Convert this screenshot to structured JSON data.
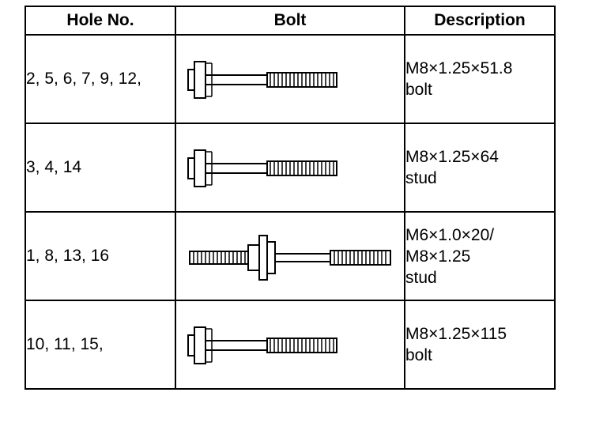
{
  "table": {
    "headers": {
      "hole": "Hole No.",
      "bolt": "Bolt",
      "description": "Description"
    },
    "rows": [
      {
        "hole": "2, 5, 6, 7, 9, 12,",
        "bolt_icon": "flange-bolt-icon",
        "desc": [
          "M8×1.25×51.8",
          "bolt"
        ]
      },
      {
        "hole": "3, 4, 14",
        "bolt_icon": "flange-bolt-icon",
        "desc": [
          "M8×1.25×64",
          "stud"
        ]
      },
      {
        "hole": "1, 8, 13, 16",
        "bolt_icon": "double-end-stud-icon",
        "desc": [
          "M6×1.0×20/",
          "M8×1.25",
          "stud"
        ]
      },
      {
        "hole": "10, 11, 15,",
        "bolt_icon": "flange-bolt-icon",
        "desc": [
          "M8×1.25×115",
          "bolt"
        ]
      }
    ]
  }
}
